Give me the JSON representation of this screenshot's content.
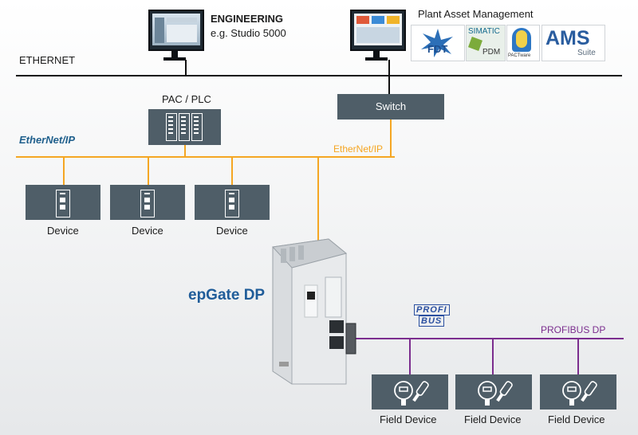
{
  "engineering": {
    "title": "ENGINEERING",
    "subtitle": "e.g. Studio 5000"
  },
  "asset_management": {
    "title": "Plant Asset Management",
    "logos": {
      "fdt": "FDT",
      "simatic_top": "SIMATIC",
      "simatic_bottom": "PDM",
      "pactware": "PACTware",
      "ams_main": "AMS",
      "ams_sub": "Suite"
    }
  },
  "ethernet_label": "ETHERNET",
  "switch_label": "Switch",
  "plc_label": "PAC / PLC",
  "ethernetip_logo": "EtherNet/IP",
  "ethernetip_bus_label": "EtherNet/IP",
  "devices": [
    "Device",
    "Device",
    "Device"
  ],
  "gateway_label": "epGate DP",
  "profibus_logo": {
    "top": "PROFI",
    "bottom": "BUS"
  },
  "profibus_bus_label": "PROFIBUS DP",
  "field_devices": [
    "Field Device",
    "Field Device",
    "Field Device"
  ],
  "colors": {
    "ethernet_line": "#111111",
    "ethernetip_line": "#f5a623",
    "profibus_line": "#7b2d8e",
    "box_fill": "#4f5e68",
    "gateway_title": "#1f5c99",
    "profibus_logo": "#2a4fa0"
  }
}
